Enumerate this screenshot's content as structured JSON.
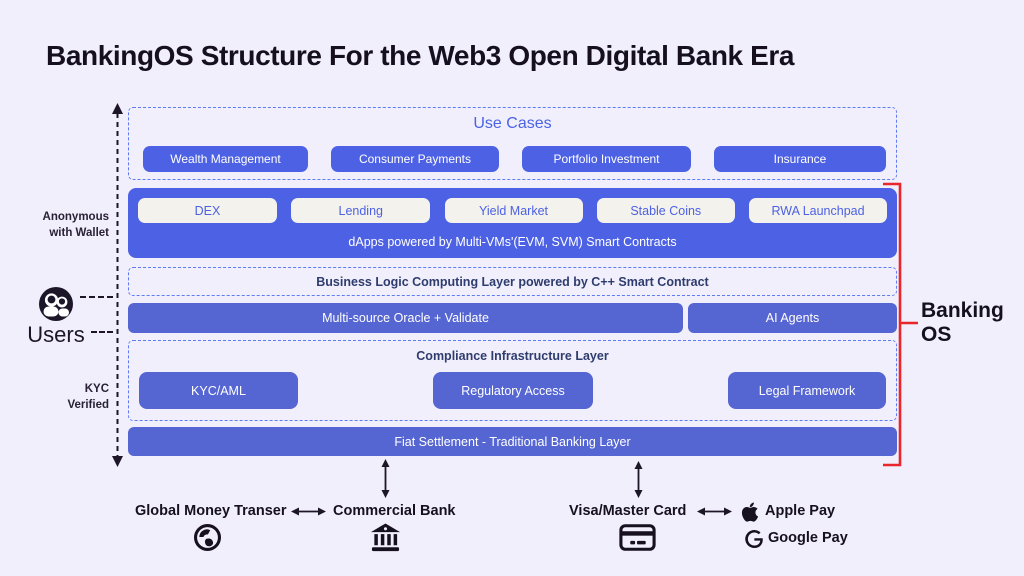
{
  "title": "BankingOS Structure For the Web3 Open Digital Bank Era",
  "left_rail": {
    "anonymous_label": "Anonymous\nwith Wallet",
    "users_label": "Users",
    "kyc_label": "KYC\nVerified"
  },
  "right_rail": {
    "banking_os_label": "Banking\nOS"
  },
  "use_cases": {
    "title": "Use Cases",
    "items": [
      "Wealth Management",
      "Consumer Payments",
      "Portfolio Investment",
      "Insurance"
    ]
  },
  "dapps": {
    "items": [
      "DEX",
      "Lending",
      "Yield Market",
      "Stable Coins",
      "RWA Launchpad"
    ],
    "caption": "dApps powered by Multi-VMs'(EVM, SVM) Smart Contracts"
  },
  "business_logic": {
    "label": "Business Logic Computing Layer powered by C++ Smart Contract"
  },
  "oracle_row": {
    "oracle_label": "Multi-source Oracle + Validate",
    "ai_label": "AI Agents"
  },
  "compliance": {
    "title": "Compliance Infrastructure Layer",
    "items": [
      "KYC/AML",
      "Regulatory Access",
      "Legal Framework"
    ]
  },
  "fiat": {
    "label": "Fiat Settlement - Traditional Banking Layer"
  },
  "bottom": {
    "global_money": "Global Money Transer",
    "commercial_bank": "Commercial Bank",
    "visa_master": "Visa/Master Card",
    "apple_pay": "Apple Pay",
    "google_pay": "Google Pay"
  },
  "icons": [
    "users-icon",
    "globe-icon",
    "bank-icon",
    "credit-card-icon",
    "apple-icon",
    "google-icon",
    "swap-arrow-icon",
    "double-arrow-icon",
    "user-flow-dashed-arrow"
  ],
  "colors": {
    "background": "#f1effb",
    "accent_bright": "#4d61e4",
    "accent_muted": "#5565d1",
    "light_chip": "#f3f2ec",
    "dashed_border": "#5e7bf3",
    "navy_text": "#2e3c6e",
    "use_cases_title": "#4a63e6",
    "bracket_red": "#e8262b",
    "ink": "#17101f"
  }
}
